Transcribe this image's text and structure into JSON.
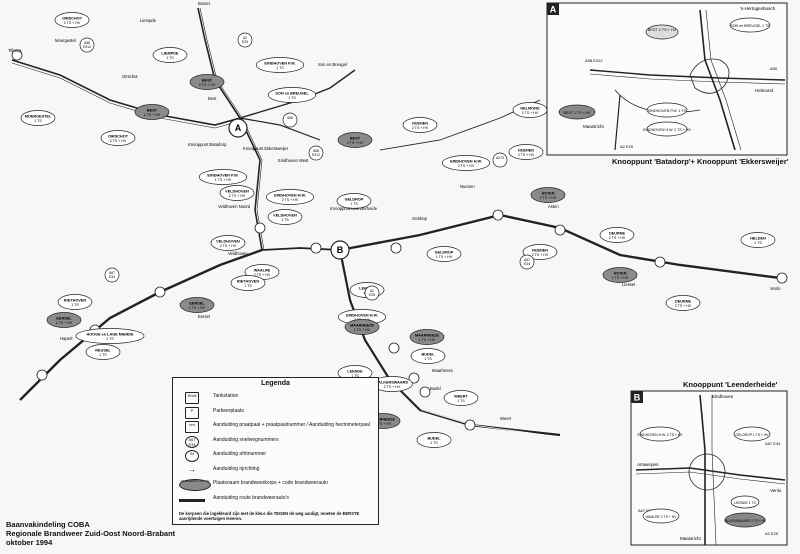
{
  "footer": {
    "line1": "Baanvakindeling COBA",
    "line2": "Regionale Brandweer Zuid-Oost Noord-Brabant",
    "line3": "oktober 1994"
  },
  "insets": {
    "a": {
      "letter": "A",
      "title": "Knooppunt 'Batadorp'+ Knooppunt 'Ekkersweijer'",
      "labels": [
        "'s-Hertogenbosch",
        "Helmond",
        "Maastricht",
        "A58 E312",
        "A2 E25",
        "A50"
      ],
      "stations": [
        "BEST 2 TS + HV",
        "SON en BREUGEL 1 TS",
        "EINDHOVEN P.W. 1 TS",
        "EINDHOVEN H.W. 2 TS + HV",
        "BEST 1 TS + HV"
      ]
    },
    "b": {
      "letter": "B",
      "title": "Knooppunt 'Leenderheide'",
      "labels": [
        "Eindhoven",
        "Antwerpen",
        "Venlo",
        "Maastricht",
        "A2 E25",
        "A67 E34",
        "A67 E34"
      ],
      "stations": [
        "EINDHOVEN H.W. 2 TS + HV",
        "GELDROP 1 TS + HV",
        "LEENDE 1 TS",
        "WAALRE 2 TS + HV",
        "VALKENSWAARD 2 TS + HV"
      ]
    }
  },
  "legend": {
    "title": "Legenda",
    "items": [
      {
        "sym": "Shell",
        "label": "Tankstation"
      },
      {
        "sym": "P",
        "label": "Parkeerplaats"
      },
      {
        "sym": "hm",
        "label": "Aanduiding praatpaal + praatpaalnummer / Aanduiding hectometerpaal"
      },
      {
        "sym": "A67 E34",
        "label": "Aanduiding snelwegnummers"
      },
      {
        "sym": "34",
        "label": "Aanduiding afritnummer"
      },
      {
        "sym": "arrow",
        "label": "Aanduiding rijrichting"
      },
      {
        "sym": "MAARHEEZE 1 TS + HV",
        "label": "Plaatsnaam brandweerkorps + code brandweerauto"
      },
      {
        "sym": "route",
        "label": "Aanduiding route brandweerauto's"
      }
    ],
    "note": "De korpsen die ingekleurd zijn met de kleur die TEGEN de weg aanligt, moeten de EERSTE aanrijdende voertuigen leveren."
  },
  "place_labels": [
    {
      "id": "boxtel",
      "text": "Boxtel"
    },
    {
      "id": "tilburg",
      "text": "Tilburg"
    },
    {
      "id": "moergestel",
      "text": "Moergestel"
    },
    {
      "id": "oirschot-l",
      "text": "Oirschot"
    },
    {
      "id": "best-l",
      "text": "Best"
    },
    {
      "id": "son",
      "text": "Son en Breugel"
    },
    {
      "id": "liempde",
      "text": "Liempde"
    },
    {
      "id": "eindhoven-w",
      "text": "Eindhoven West"
    },
    {
      "id": "veldhoven-n",
      "text": "Veldhoven Noord"
    },
    {
      "id": "nuenen-l",
      "text": "Nuenen"
    },
    {
      "id": "geldrop-l",
      "text": "Geldrop"
    },
    {
      "id": "asten-l",
      "text": "Asten"
    },
    {
      "id": "liessel",
      "text": "Liessel"
    },
    {
      "id": "maarheeze-l",
      "text": "Maarheeze"
    },
    {
      "id": "budel-l",
      "text": "Budel"
    },
    {
      "id": "weert-l",
      "text": "Weert"
    },
    {
      "id": "venlo",
      "text": "Venlo"
    },
    {
      "id": "veldhoven-l",
      "text": "Veldhoven"
    },
    {
      "id": "eersel",
      "text": "Eersel"
    },
    {
      "id": "hapert",
      "text": "Hapert"
    },
    {
      "id": "batadorp",
      "text": "Knooppunt Batadorp"
    },
    {
      "id": "ekkersweijer",
      "text": "Knooppunt Ekkersweijer"
    },
    {
      "id": "leenderheide",
      "text": "Knooppunt Leenderheide"
    }
  ],
  "highway_shields": [
    {
      "id": "a58",
      "text": "A58 E312"
    },
    {
      "id": "a2",
      "text": "A2 E25"
    },
    {
      "id": "a50",
      "text": "A50"
    },
    {
      "id": "a67",
      "text": "A67 E34"
    },
    {
      "id": "a270",
      "text": "A270"
    },
    {
      "id": "a2b",
      "text": "A2 E25"
    },
    {
      "id": "a67b",
      "text": "A67 E34"
    },
    {
      "id": "a58b",
      "text": "A58 E312"
    }
  ],
  "stations": [
    {
      "id": "oirschot1",
      "name": "OIRSCHOT",
      "code": "2 TS + HV",
      "filled": false
    },
    {
      "id": "moergestel",
      "name": "MOERGESTEL",
      "code": "1 TS",
      "filled": false
    },
    {
      "id": "oirschot2",
      "name": "OIRSCHOT",
      "code": "2 TS + HV",
      "filled": false
    },
    {
      "id": "liempde",
      "name": "LIEMPDE",
      "code": "1 TS",
      "filled": false
    },
    {
      "id": "best1",
      "name": "BEST",
      "code": "2 TS + HV",
      "filled": true
    },
    {
      "id": "son",
      "name": "SON en BREUGEL",
      "code": "1 TS",
      "filled": false
    },
    {
      "id": "eindhovenpw",
      "name": "EINDHOVEN P.W.",
      "code": "1 TS",
      "filled": false
    },
    {
      "id": "best2",
      "name": "BEST",
      "code": "2 TS + HV",
      "filled": true
    },
    {
      "id": "nuenen1",
      "name": "NUENEN",
      "code": "2 TS + HV",
      "filled": false
    },
    {
      "id": "helmond",
      "name": "HELMOND",
      "code": "2 TS + HV",
      "filled": false
    },
    {
      "id": "eindhovenhw1",
      "name": "EINDHOVEN H.W.",
      "code": "2 TS + HV",
      "filled": false
    },
    {
      "id": "nuenen2",
      "name": "NUENEN",
      "code": "2 TS + HV",
      "filled": false
    },
    {
      "id": "eindhovenpw2",
      "name": "EINDHOVEN P.W.",
      "code": "1 TS + HV",
      "filled": false
    },
    {
      "id": "veldhoven1",
      "name": "VELDHOVEN",
      "code": "2 TS + HV",
      "filled": false
    },
    {
      "id": "eindhovenhw2",
      "name": "EINDHOVEN H.W.",
      "code": "2 TS + HV",
      "filled": false
    },
    {
      "id": "veldhoven2",
      "name": "VELDHOVEN",
      "code": "1 TS",
      "filled": false
    },
    {
      "id": "geldrop1",
      "name": "GELDROP",
      "code": "1 TS",
      "filled": false
    },
    {
      "id": "asten1",
      "name": "ASTEN",
      "code": "2 TS + HV",
      "filled": true
    },
    {
      "id": "nuenen3",
      "name": "NUENEN",
      "code": "2 TS + HV",
      "filled": false
    },
    {
      "id": "deurne1",
      "name": "DEURNE",
      "code": "2 TS + HV",
      "filled": false
    },
    {
      "id": "helden",
      "name": "HELDEN",
      "code": "1 TS",
      "filled": false
    },
    {
      "id": "veldhoven3",
      "name": "VELDHOVEN",
      "code": "2 TS + HV",
      "filled": false
    },
    {
      "id": "waalre",
      "name": "WAALRE",
      "code": "2 TS + HV",
      "filled": false
    },
    {
      "id": "geldrop2",
      "name": "GELDROP",
      "code": "1 TS + HV",
      "filled": false
    },
    {
      "id": "asten2",
      "name": "ASTEN",
      "code": "1 TS + HV",
      "filled": true
    },
    {
      "id": "deurne2",
      "name": "DEURNE",
      "code": "2 TS + HV",
      "filled": false
    },
    {
      "id": "riethoven1",
      "name": "RIETHOVEN",
      "code": "1 TS",
      "filled": false
    },
    {
      "id": "riethoven2",
      "name": "RIETHOVEN",
      "code": "1 TS",
      "filled": false
    },
    {
      "id": "leende1",
      "name": "LEENDE",
      "code": "1 TS",
      "filled": false
    },
    {
      "id": "eersel1",
      "name": "EERSEL",
      "code": "1 TS + HV",
      "filled": true
    },
    {
      "id": "eindhovenhw3",
      "name": "EINDHOVEN H.W.",
      "code": "2 TS + HV",
      "filled": false
    },
    {
      "id": "maarheeze1",
      "name": "MAARHEEZE",
      "code": "1 TS + HV",
      "filled": true
    },
    {
      "id": "eersel2",
      "name": "EERSEL",
      "code": "1 TS + HV",
      "filled": true
    },
    {
      "id": "hooge",
      "name": "HOOGE en LAGE MIERDE",
      "code": "1 TS",
      "filled": false
    },
    {
      "id": "reusel",
      "name": "REUSEL",
      "code": "1 TS",
      "filled": false
    },
    {
      "id": "maarheeze2",
      "name": "MAARHEEZE",
      "code": "1 TS + HV",
      "filled": true
    },
    {
      "id": "leende2",
      "name": "LEENDE",
      "code": "1 TS",
      "filled": false
    },
    {
      "id": "budel1",
      "name": "BUDEL",
      "code": "1 TS",
      "filled": false
    },
    {
      "id": "valkenswaard",
      "name": "VALKENSWAARD",
      "code": "2 TS + HV",
      "filled": false
    },
    {
      "id": "weert",
      "name": "WEERT",
      "code": "1 TS",
      "filled": false
    },
    {
      "id": "maarheeze3",
      "name": "MAARHEEZE",
      "code": "1 TS + HV",
      "filled": true
    },
    {
      "id": "budel2",
      "name": "BUDEL",
      "code": "1 TS",
      "filled": false
    },
    {
      "id": "best3",
      "name": "BEST",
      "code": "1 TS + HV",
      "filled": true
    }
  ]
}
